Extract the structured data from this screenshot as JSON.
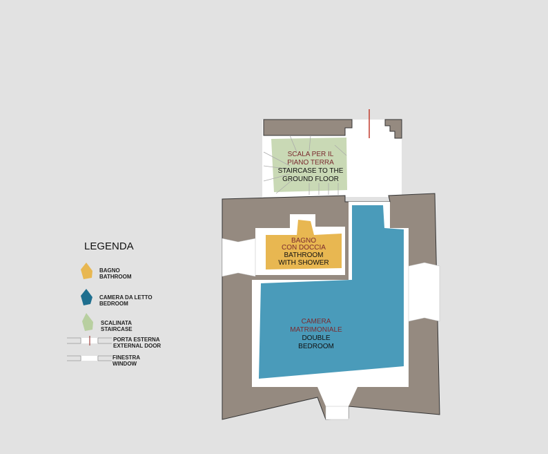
{
  "colors": {
    "background": "#e2e2e2",
    "wall": "#958a80",
    "bathroom": "#e8b751",
    "bedroom": "#4a9bba",
    "staircase": "#c9d9b5",
    "door": "#c0392b",
    "italian_text": "#7a2a2e"
  },
  "rooms": {
    "staircase": {
      "it": [
        "SCALA PER IL",
        "PIANO TERRA"
      ],
      "en": [
        "STAIRCASE TO THE",
        "GROUND FLOOR"
      ]
    },
    "bathroom": {
      "it": [
        "BAGNO",
        "CON DOCCIA"
      ],
      "en": [
        "BATHROOM",
        "WITH SHOWER"
      ]
    },
    "bedroom": {
      "it": [
        "CAMERA",
        "MATRIMONIALE"
      ],
      "en": [
        "DOUBLE",
        "BEDROOM"
      ]
    }
  },
  "legend": {
    "title": "LEGENDA",
    "items": [
      {
        "it": "BAGNO",
        "en": "BATHROOM"
      },
      {
        "it": "CAMERA DA LETTO",
        "en": "BEDROOM"
      },
      {
        "it": "SCALINATA",
        "en": "STAIRCASE"
      },
      {
        "it": "PORTA ESTERNA",
        "en": "EXTERNAL DOOR"
      },
      {
        "it": "FINESTRA",
        "en": "WINDOW"
      }
    ]
  }
}
